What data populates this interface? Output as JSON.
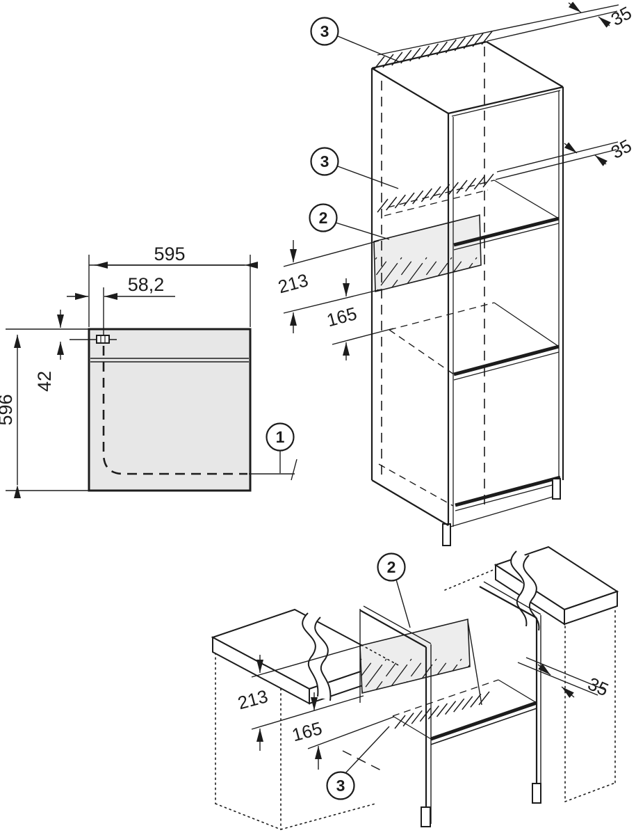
{
  "front_view": {
    "width_label": "595",
    "cable_offset_label": "58,2",
    "cable_drop_label": "42",
    "height_label": "596",
    "callout_appliance": "1"
  },
  "tall_unit": {
    "callout_top_vent": "3",
    "gap_top_label": "35",
    "callout_shelf_vent": "3",
    "gap_shelf_label": "35",
    "callout_back_panel": "2",
    "cutout_height_label": "213",
    "cutout_offset_label": "165"
  },
  "base_unit": {
    "callout_back_panel": "2",
    "cutout_height_label": "213",
    "cutout_offset_label": "165",
    "gap_side_label": "35",
    "callout_vent": "3"
  },
  "colors": {
    "line": "#1c1c1c",
    "panel_fill": "#e7e7e7",
    "hatch_fill": "#ededed",
    "background": "#ffffff"
  }
}
